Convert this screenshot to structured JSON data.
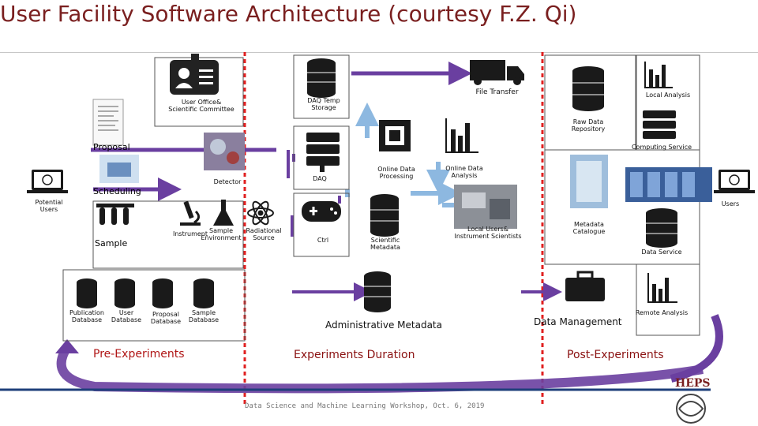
{
  "title": "User Facility Software Architecture (courtesy F.Z. Qi)",
  "labels": {
    "user_office": "User Office&\nScientific Committee",
    "daq_temp": "DAQ Temp\nStorage",
    "file_transfer": "File Transfer",
    "local_analysis": "Local Analysis",
    "raw_data": "Raw Data\nRepository",
    "proposal": "Proposal",
    "computing_service": "Computing Service",
    "online_processing": "Online Data\nProcessing",
    "online_analysis": "Online Data\nAnalysis",
    "detector": "Detector",
    "daq": "DAQ",
    "scheduling": "Scheduling",
    "potential_users": "Potential\nUsers",
    "users": "Users",
    "instrument": "Instrument",
    "sample_env": "Sample\nEnvironment",
    "radiation_source": "Radiational\nSource",
    "ctrl": "Ctrl",
    "scientific_metadata": "Scientific\nMetadata",
    "local_users": "Local Users&\nInstrument Scientists",
    "metadata_catalogue": "Metadata\nCatalogue",
    "data_service": "Data Service",
    "sample": "Sample",
    "publication_db": "Publication\nDatabase",
    "user_db": "User\nDatabase",
    "proposal_db": "Proposal\nDatabase",
    "sample_db": "Sample\nDatabase",
    "admin_metadata": "Administrative Metadata",
    "data_management": "Data Management",
    "remote_analysis": "Remote Analysis",
    "footer": "Data Science and Machine Learning Workshop, Oct. 6, 2019",
    "logo": "HEPS"
  },
  "phases": {
    "pre": "Pre-Experiments",
    "during": "Experiments Duration",
    "post": "Post-Experiments"
  },
  "colors": {
    "title": "#7a1f1f",
    "arrow": "#6a3fa0",
    "dashed_separator": "#e02020",
    "phase_text": "#b01515",
    "blue_arrow": "#8db8e0"
  }
}
